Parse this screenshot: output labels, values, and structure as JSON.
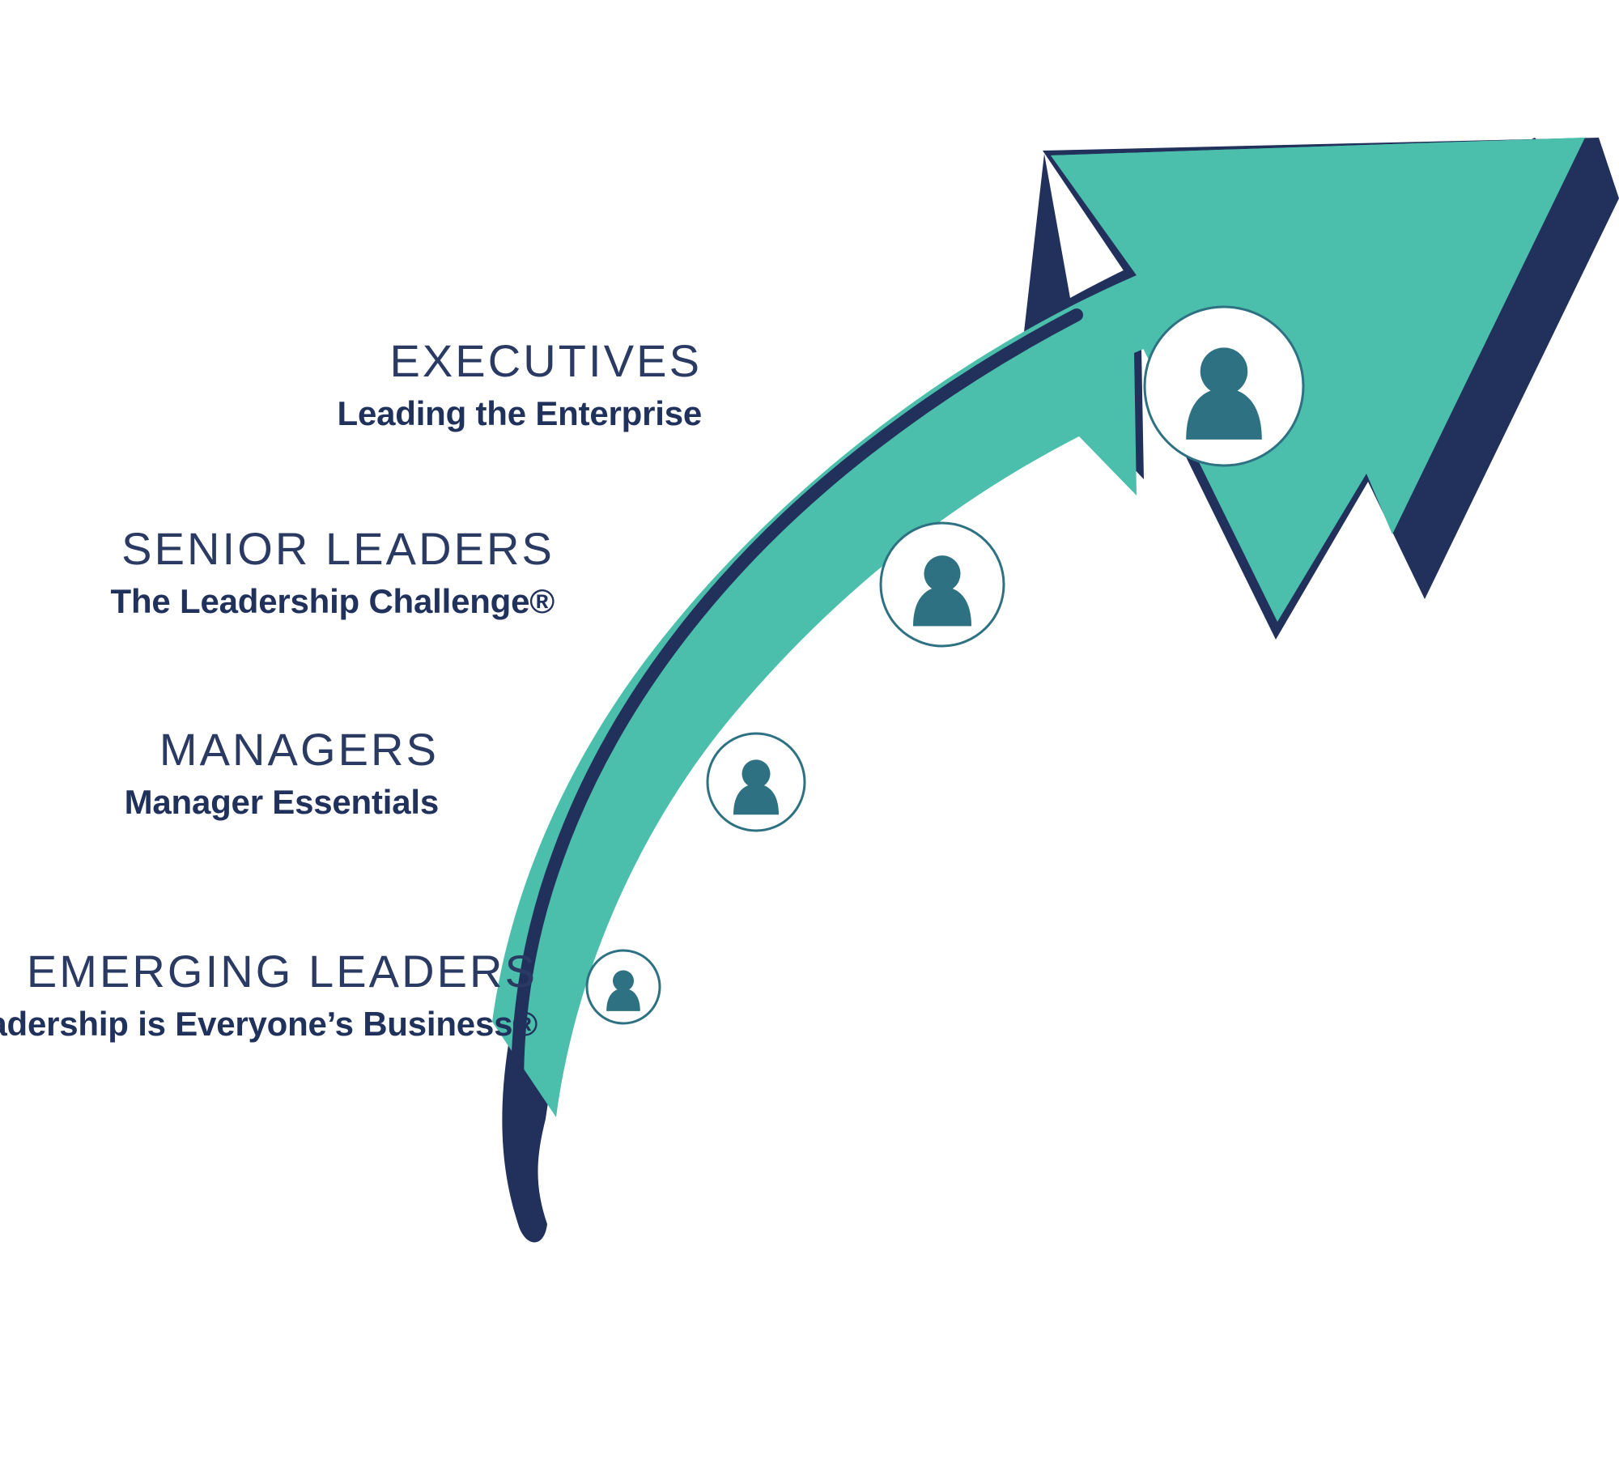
{
  "diagram": {
    "title_alt": "Leadership development journey arrow",
    "colors": {
      "teal": "#4BBEAC",
      "navy": "#22315C",
      "navy_text": "#2A3A62",
      "program_text": "#20315C",
      "avatar_fill": "#2E7182",
      "avatar_bg": "#FFFFFF",
      "background": "#FFFFFF"
    },
    "stages": [
      {
        "id": "emerging-leaders",
        "audience": "EMERGING LEADERS",
        "program": "Leadership is Everyone’s Business®",
        "avatar_icon": "person-icon"
      },
      {
        "id": "managers",
        "audience": "MANAGERS",
        "program": "Manager Essentials",
        "avatar_icon": "person-icon"
      },
      {
        "id": "senior-leaders",
        "audience": "SENIOR LEADERS",
        "program": "The Leadership Challenge®",
        "avatar_icon": "person-icon"
      },
      {
        "id": "executives",
        "audience": "EXECUTIVES",
        "program": "Leading the Enterprise",
        "avatar_icon": "person-icon"
      }
    ]
  }
}
